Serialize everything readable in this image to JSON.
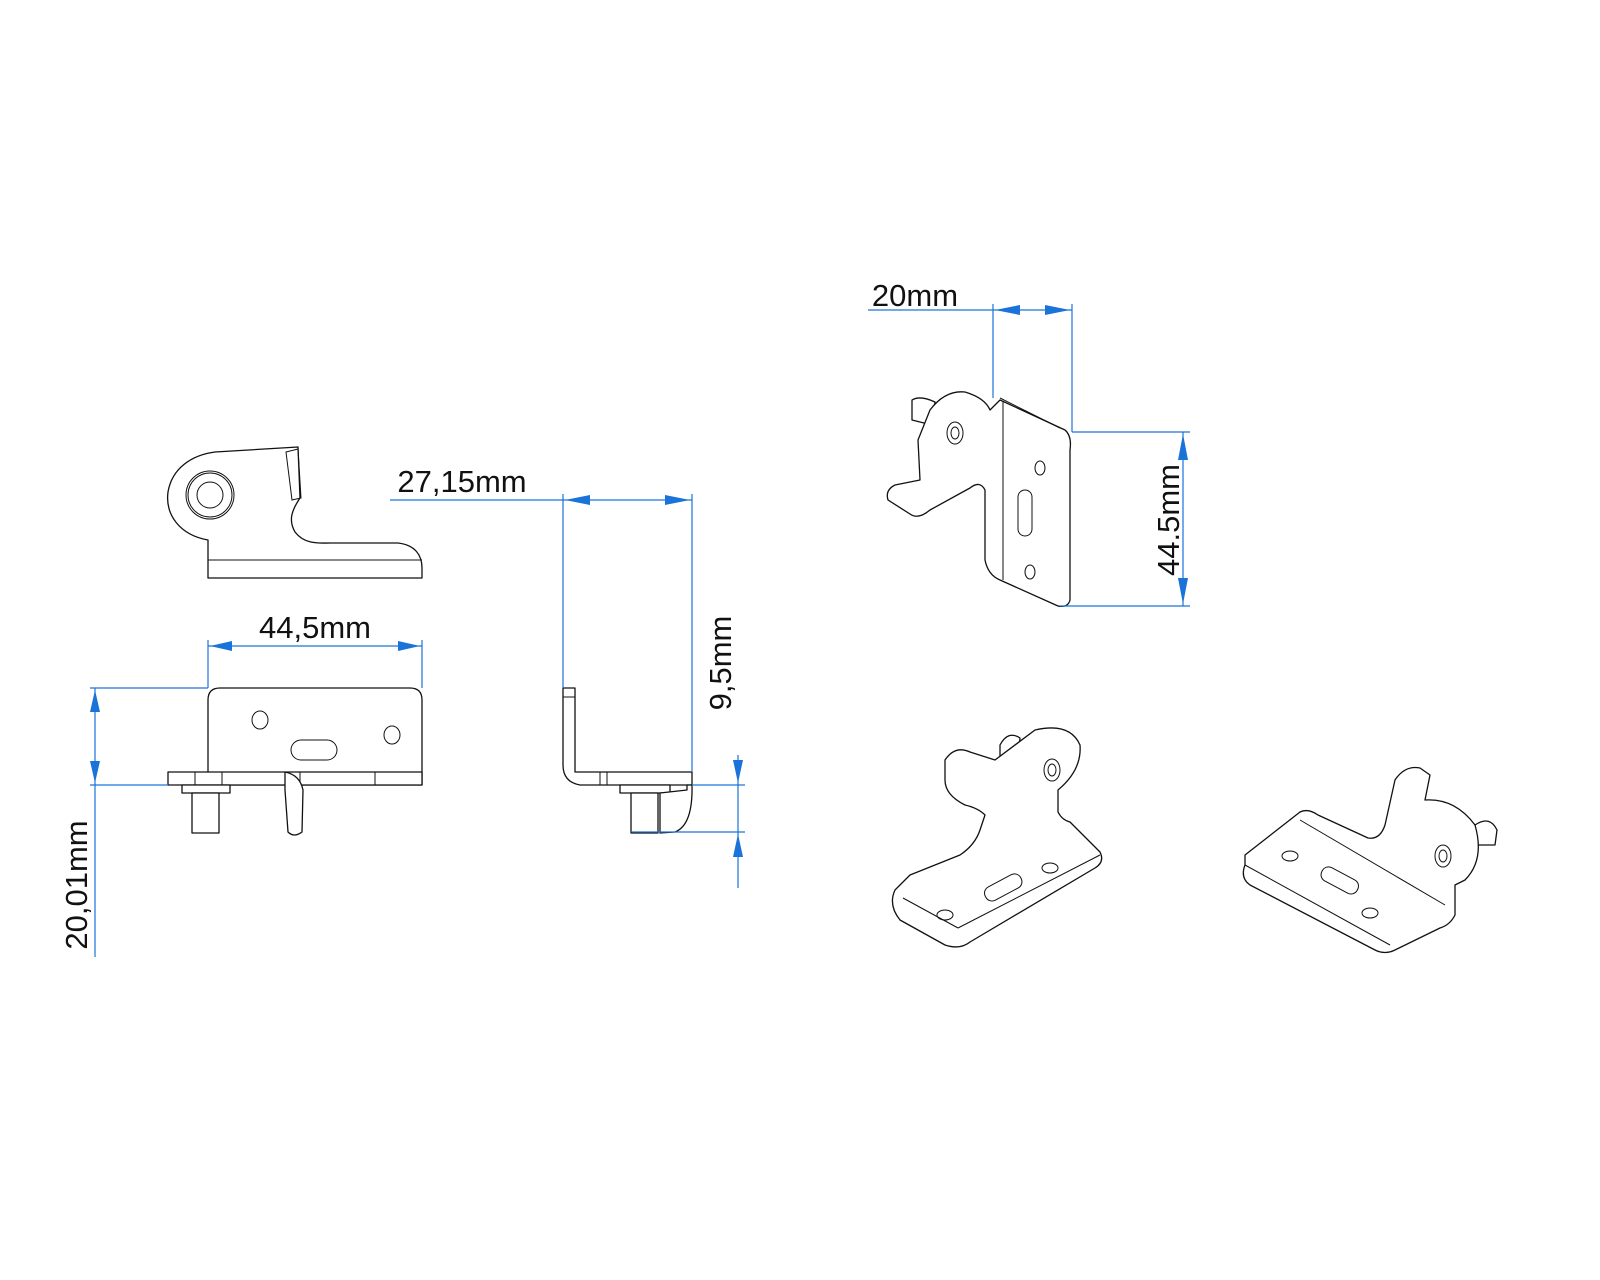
{
  "drawing": {
    "colors": {
      "dimension": "#1a73d9",
      "outline": "#111111"
    },
    "dimensions": {
      "width_front": "44,5mm",
      "height_front": "20,01mm",
      "depth_side": "27,15mm",
      "height_side": "9,5mm",
      "iso_width": "20mm",
      "iso_height": "44.5mm"
    }
  }
}
